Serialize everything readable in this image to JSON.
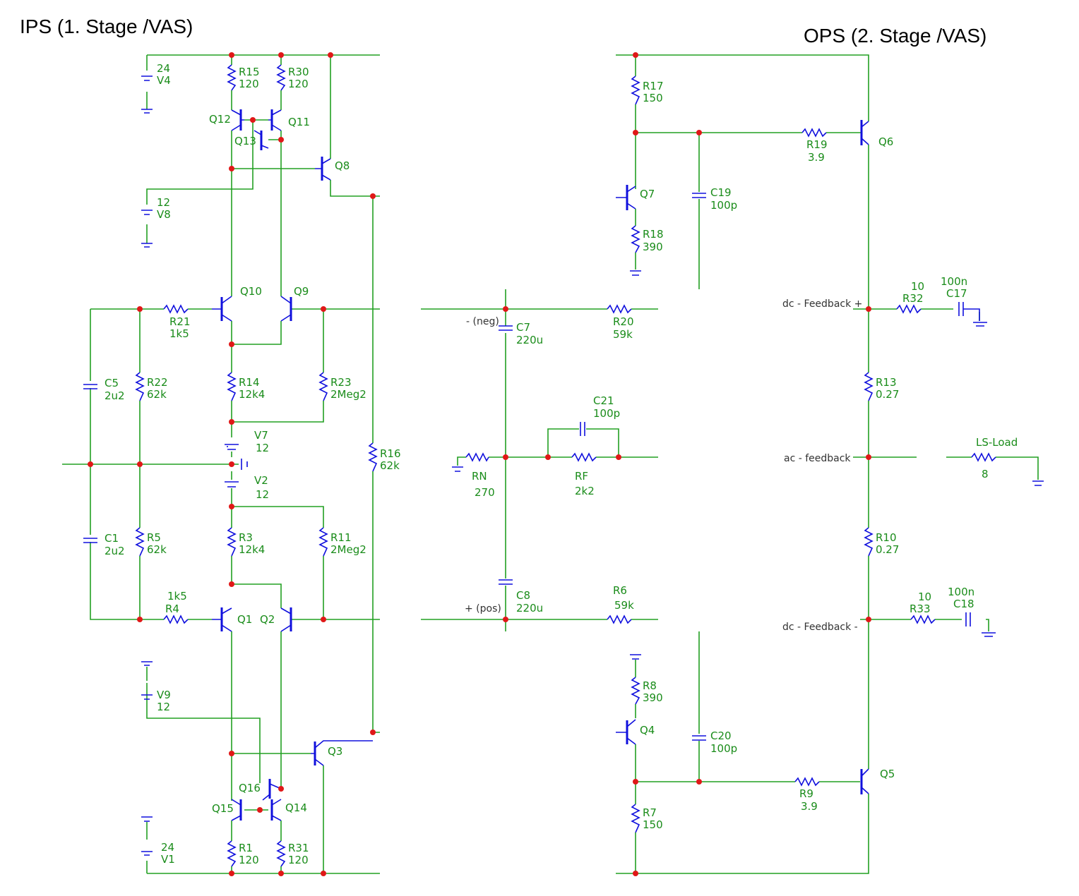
{
  "titles": {
    "ips": "IPS (1. Stage /VAS)",
    "ops": "OPS (2. Stage /VAS)"
  },
  "colors": {
    "wire": "#22a022",
    "component": "#1010dd",
    "junction": "#e01818",
    "label": "#1a8c1a"
  },
  "net_labels": {
    "neg": "- (neg)",
    "pos": "+ (pos)",
    "dc_fb_plus": "dc - Feedback +",
    "ac_fb": "ac - feedback",
    "dc_fb_minus": "dc - Feedback -"
  },
  "components": {
    "V4": {
      "ref": "V4",
      "value": "24"
    },
    "V8": {
      "ref": "V8",
      "value": "12"
    },
    "V9": {
      "ref": "V9",
      "value": "12"
    },
    "V1": {
      "ref": "V1",
      "value": "24"
    },
    "V7": {
      "ref": "V7",
      "value": "12"
    },
    "V2": {
      "ref": "V2",
      "value": "12"
    },
    "R15": {
      "ref": "R15",
      "value": "120"
    },
    "R30": {
      "ref": "R30",
      "value": "120"
    },
    "R1": {
      "ref": "R1",
      "value": "120"
    },
    "R31": {
      "ref": "R31",
      "value": "120"
    },
    "R21": {
      "ref": "R21",
      "value": "1k5"
    },
    "R4": {
      "ref": "R4",
      "value": "1k5"
    },
    "R22": {
      "ref": "R22",
      "value": "62k"
    },
    "R5": {
      "ref": "R5",
      "value": "62k"
    },
    "R14": {
      "ref": "R14",
      "value": "12k4"
    },
    "R3": {
      "ref": "R3",
      "value": "12k4"
    },
    "R23": {
      "ref": "R23",
      "value": "2Meg2"
    },
    "R11": {
      "ref": "R11",
      "value": "2Meg2"
    },
    "R16": {
      "ref": "R16",
      "value": "62k"
    },
    "C5": {
      "ref": "C5",
      "value": "2u2"
    },
    "C1": {
      "ref": "C1",
      "value": "2u2"
    },
    "Q1": {
      "ref": "Q1"
    },
    "Q2": {
      "ref": "Q2"
    },
    "Q3": {
      "ref": "Q3"
    },
    "Q8": {
      "ref": "Q8"
    },
    "Q9": {
      "ref": "Q9"
    },
    "Q10": {
      "ref": "Q10"
    },
    "Q11": {
      "ref": "Q11"
    },
    "Q12": {
      "ref": "Q12"
    },
    "Q13": {
      "ref": "Q13"
    },
    "Q14": {
      "ref": "Q14"
    },
    "Q15": {
      "ref": "Q15"
    },
    "Q16": {
      "ref": "Q16"
    },
    "C7": {
      "ref": "C7",
      "value": "220u"
    },
    "C8": {
      "ref": "C8",
      "value": "220u"
    },
    "R20": {
      "ref": "R20",
      "value": "59k"
    },
    "R6": {
      "ref": "R6",
      "value": "59k"
    },
    "RN": {
      "ref": "RN",
      "value": "270"
    },
    "RF": {
      "ref": "RF",
      "value": "2k2"
    },
    "C21": {
      "ref": "C21",
      "value": "100p"
    },
    "R17": {
      "ref": "R17",
      "value": "150"
    },
    "R18": {
      "ref": "R18",
      "value": "390"
    },
    "R19": {
      "ref": "R19",
      "value": "3.9"
    },
    "C19": {
      "ref": "C19",
      "value": "100p"
    },
    "Q6": {
      "ref": "Q6"
    },
    "Q7": {
      "ref": "Q7"
    },
    "Q4": {
      "ref": "Q4"
    },
    "Q5": {
      "ref": "Q5"
    },
    "R8": {
      "ref": "R8",
      "value": "390"
    },
    "R7": {
      "ref": "R7",
      "value": "150"
    },
    "R9": {
      "ref": "R9",
      "value": "3.9"
    },
    "C20": {
      "ref": "C20",
      "value": "100p"
    },
    "R32": {
      "ref": "R32",
      "value": "10"
    },
    "C17": {
      "ref": "C17",
      "value": "100n"
    },
    "R33": {
      "ref": "R33",
      "value": "10"
    },
    "C18": {
      "ref": "C18",
      "value": "100n"
    },
    "R13": {
      "ref": "R13",
      "value": "0.27"
    },
    "R10": {
      "ref": "R10",
      "value": "0.27"
    },
    "LS": {
      "ref": "LS-Load",
      "value": "8"
    }
  }
}
